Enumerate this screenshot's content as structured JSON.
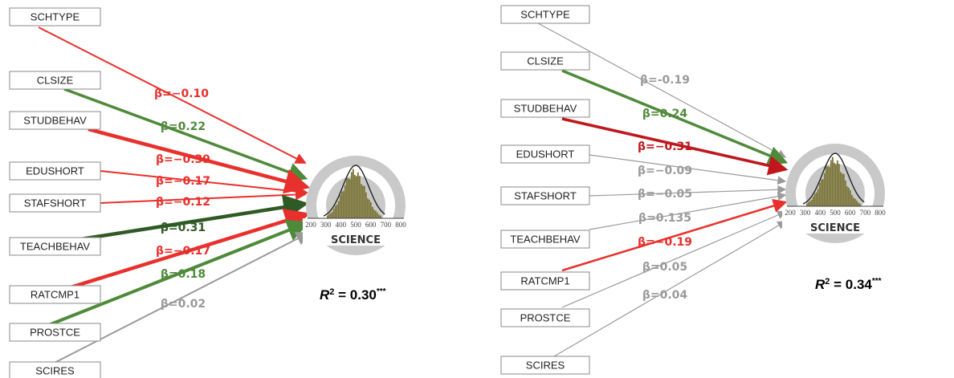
{
  "colors": {
    "negative": "#e8302c",
    "negative_dark": "#c0161c",
    "positive": "#4e8a3a",
    "positive_dark": "#2f5a25",
    "nonsig": "#9a9a9a"
  },
  "left_panel": {
    "outcome_label": "SCIENCE",
    "r2_text": "= 0.30",
    "r2_stars": "***",
    "axis_ticks": [
      "200",
      "300",
      "400",
      "500",
      "600",
      "700",
      "800"
    ],
    "predictors": [
      {
        "label": "SCHTYPE",
        "beta": "β=−0.10",
        "sign": "negative"
      },
      {
        "label": "CLSIZE",
        "beta": "β=0.22",
        "sign": "positive"
      },
      {
        "label": "STUDBEHAV",
        "beta": "β=−0.39",
        "sign": "negative"
      },
      {
        "label": "EDUSHORT",
        "beta": "β=−0.17",
        "sign": "negative"
      },
      {
        "label": "STAFSHORT",
        "beta": "β=−0.12",
        "sign": "negative"
      },
      {
        "label": "TEACHBEHAV",
        "beta": "β=0.31",
        "sign": "positive_dark"
      },
      {
        "label": "RATCMP1",
        "beta": "β=−0.17",
        "sign": "negative"
      },
      {
        "label": "PROSTCE",
        "beta": "β=0.18",
        "sign": "positive"
      },
      {
        "label": "SCIRES",
        "beta": "β=0.02",
        "sign": "nonsig"
      }
    ]
  },
  "right_panel": {
    "outcome_label": "SCIENCE",
    "r2_text": "= 0.34",
    "r2_stars": "***",
    "axis_ticks": [
      "200",
      "300",
      "400",
      "500",
      "600",
      "700",
      "800"
    ],
    "predictors": [
      {
        "label": "SCHTYPE",
        "beta": "β=-0.19",
        "sign": "nonsig"
      },
      {
        "label": "CLSIZE",
        "beta": "β=0.24",
        "sign": "positive"
      },
      {
        "label": "STUDBEHAV",
        "beta": "β=−0.31",
        "sign": "negative_dark"
      },
      {
        "label": "EDUSHORT",
        "beta": "β=−0.09",
        "sign": "nonsig"
      },
      {
        "label": "STAFSHORT",
        "beta": "β=−0.05",
        "sign": "nonsig"
      },
      {
        "label": "TEACHBEHAV",
        "beta": "β=0.135",
        "sign": "nonsig"
      },
      {
        "label": "RATCMP1",
        "beta": "β=−0.19",
        "sign": "negative"
      },
      {
        "label": "PROSTCE",
        "beta": "β=0.05",
        "sign": "nonsig"
      },
      {
        "label": "SCIRES",
        "beta": "β=0.04",
        "sign": "nonsig"
      }
    ]
  }
}
